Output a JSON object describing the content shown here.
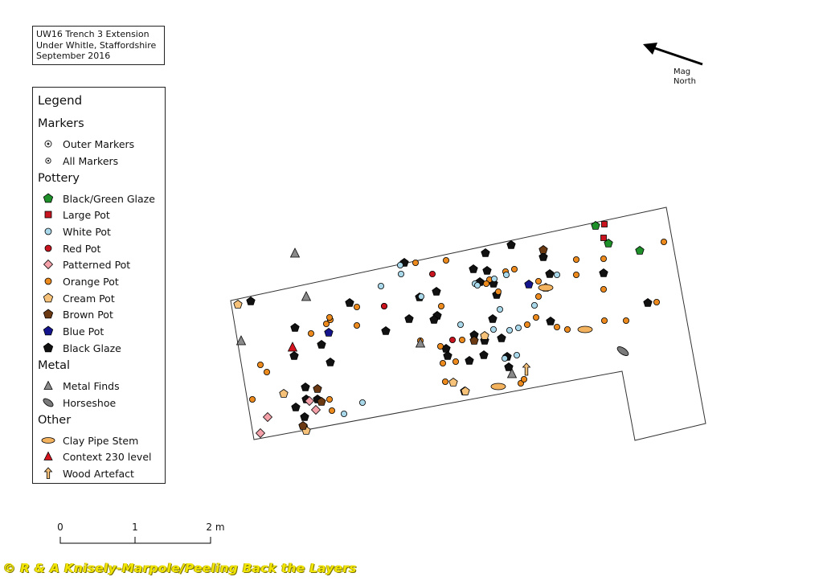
{
  "title": {
    "line1": "UW16 Trench 3 Extension",
    "line2": "Under Whitle, Staffordshire",
    "line3": "September 2016"
  },
  "legend": {
    "title": "Legend",
    "sections": {
      "markers": "Markers",
      "pottery": "Pottery",
      "metal": "Metal",
      "other": "Other"
    },
    "items": {
      "outer_markers": "Outer Markers",
      "all_markers": "All Markers",
      "black_green_glaze": "Black/Green Glaze",
      "large_pot": "Large Pot",
      "white_pot": "White Pot",
      "red_pot": "Red Pot",
      "patterned_pot": "Patterned Pot",
      "orange_pot": "Orange Pot",
      "cream_pot": "Cream Pot",
      "brown_pot": "Brown Pot",
      "blue_pot": "Blue Pot",
      "black_glaze": "Black Glaze",
      "metal_finds": "Metal Finds",
      "horseshoe": "Horseshoe",
      "clay_pipe_stem": "Clay Pipe Stem",
      "context_230": "Context 230 level",
      "wood_artefact": "Wood Artefact"
    }
  },
  "colors": {
    "black_green_glaze": "#1f8f2a",
    "large_pot": "#c8141e",
    "white_pot": "#a9d8ea",
    "red_pot": "#c8141e",
    "patterned_pot": "#f4a0a8",
    "orange_pot": "#ec8a1e",
    "cream_pot": "#f6c27a",
    "brown_pot": "#6b3a12",
    "blue_pot": "#14148c",
    "black_glaze": "#111111",
    "metal_finds": "#8a8a8a",
    "horseshoe": "#7a7a7a",
    "clay_pipe_stem": "#f3b25e",
    "context_230": "#d6141e",
    "wood_artefact": "#f6c27a"
  },
  "north_arrow": {
    "line1": "Mag",
    "line2": "North"
  },
  "scale_bar": {
    "labels": [
      "0",
      "1",
      "2 m"
    ]
  },
  "copyright": "© R & A Knisely-Marpole/Peeling Back the Layers"
}
